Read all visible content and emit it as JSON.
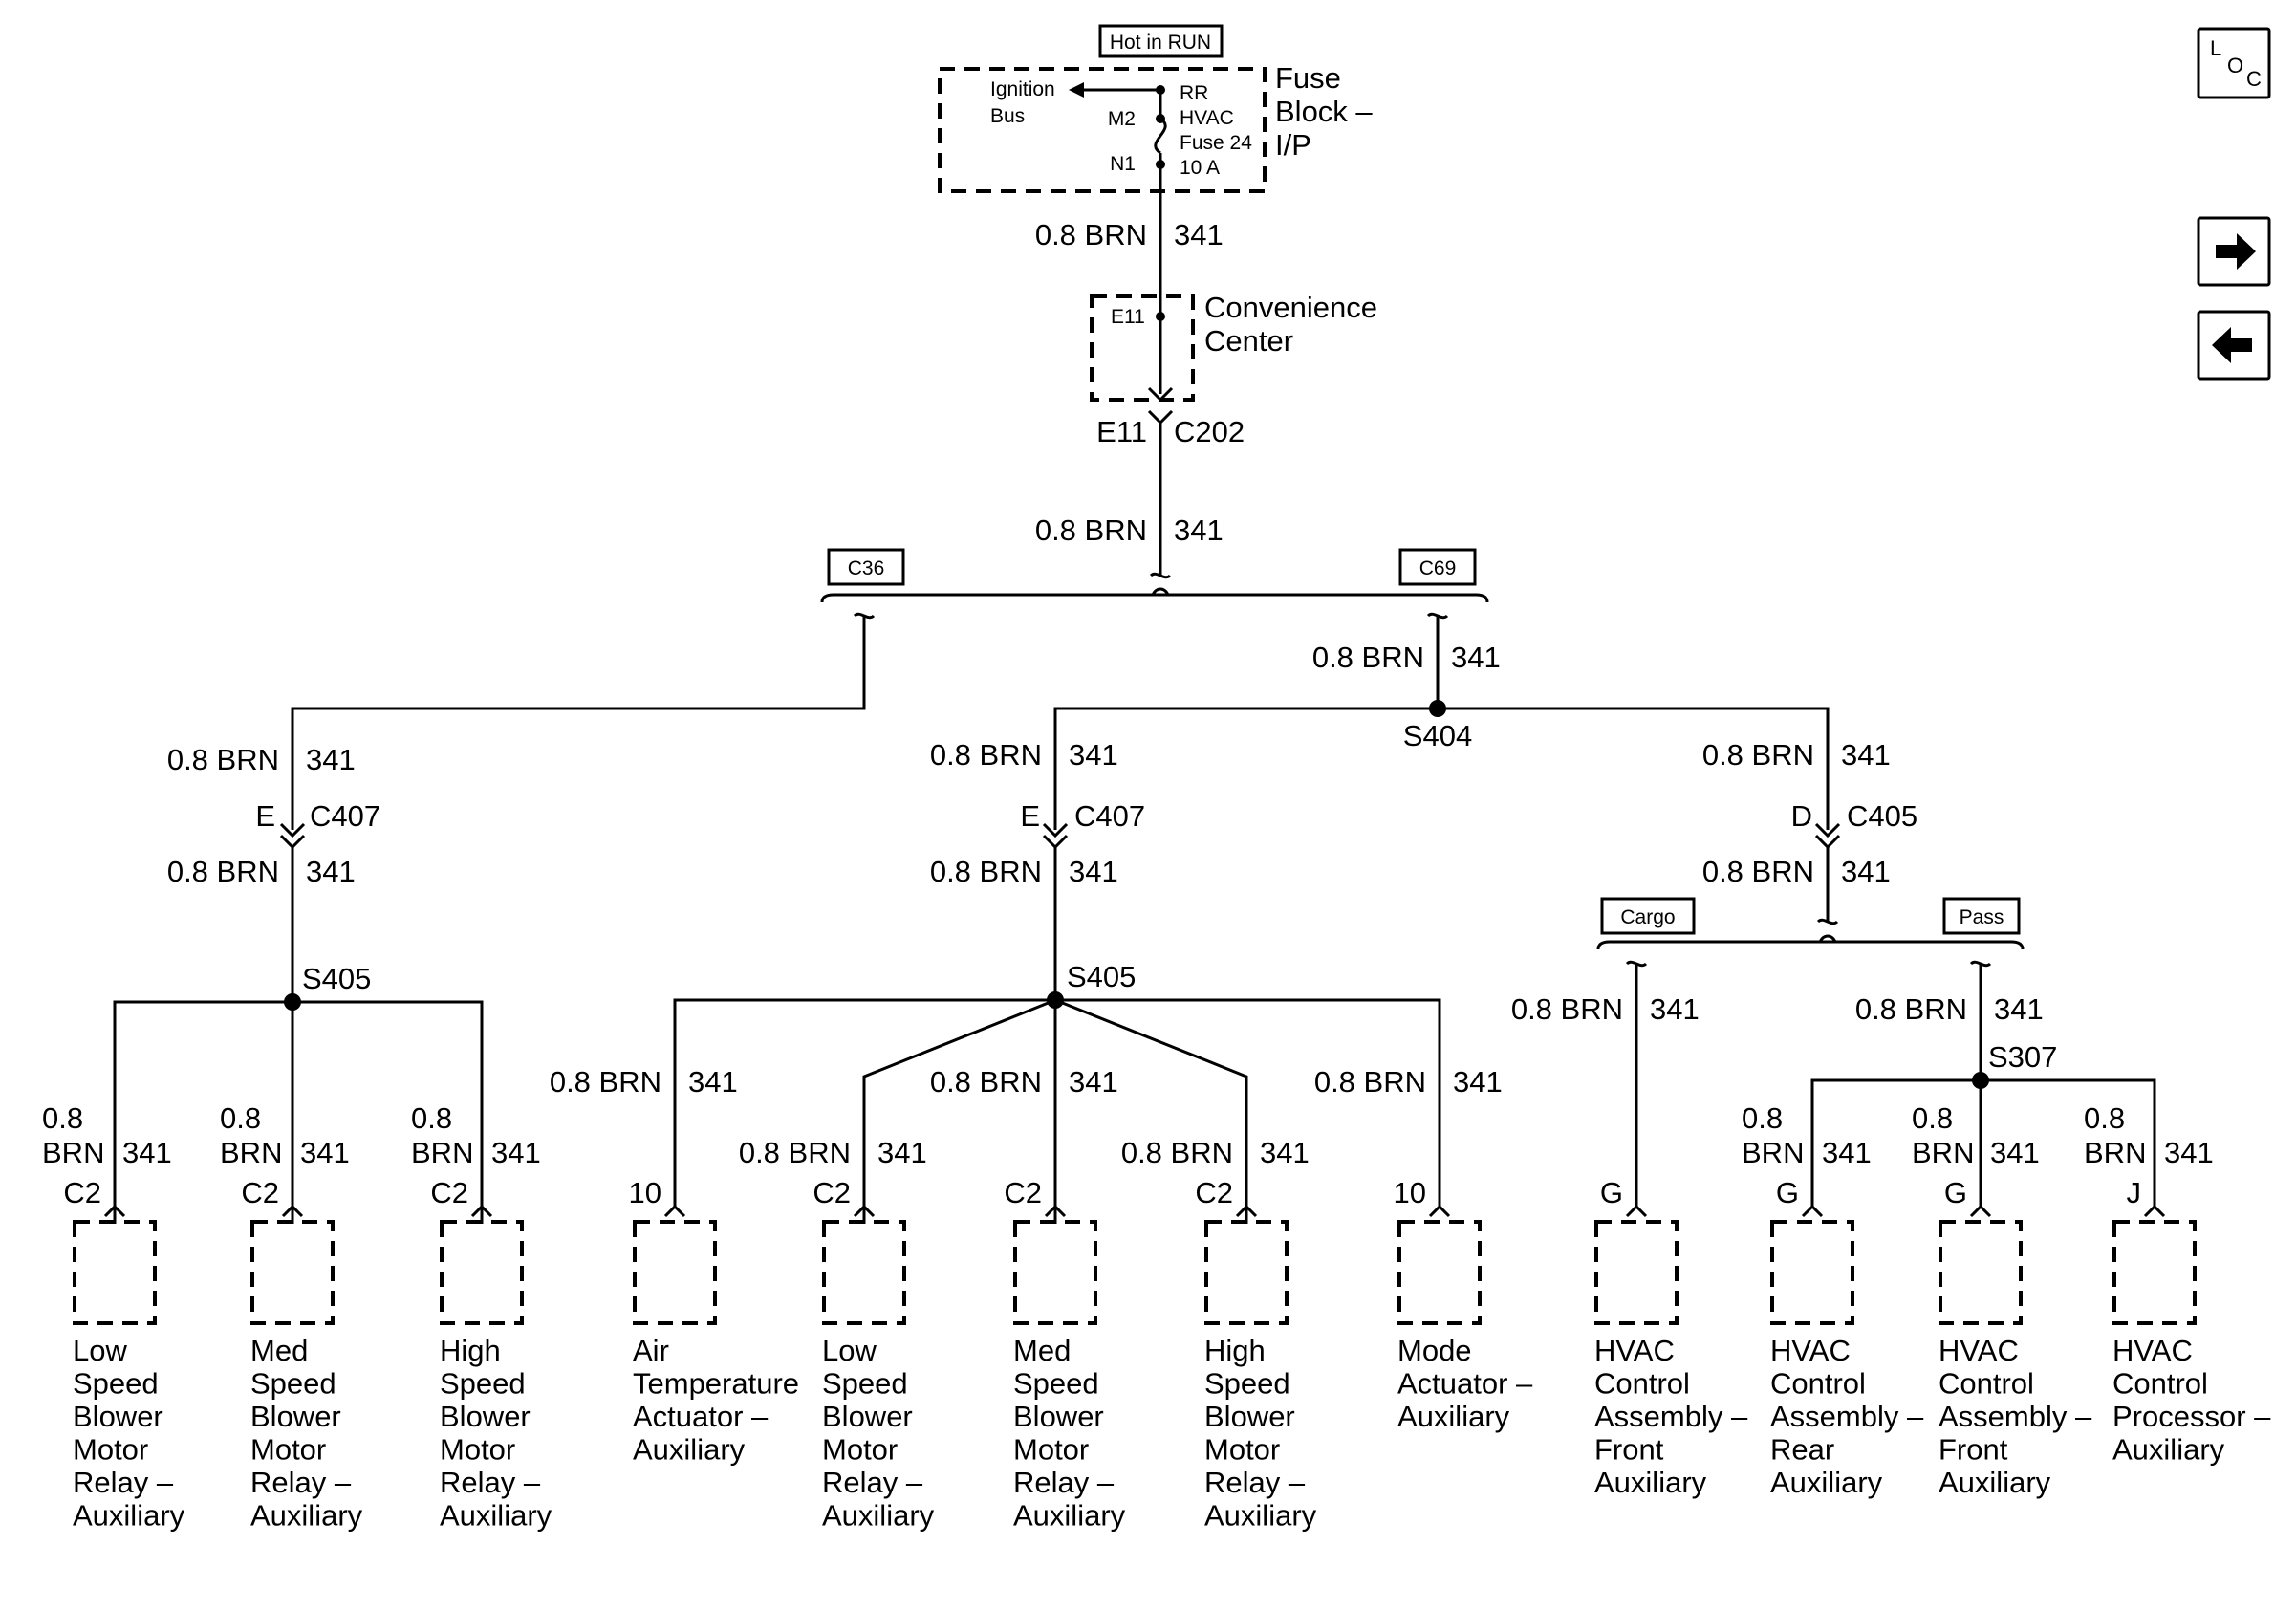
{
  "fuse": {
    "hot_label": "Hot in RUN",
    "ignition_bus_1": "Ignition",
    "ignition_bus_2": "Bus",
    "pin_m2": "M2",
    "pin_n1": "N1",
    "fuse_l1": "RR",
    "fuse_l2": "HVAC",
    "fuse_l3": "Fuse 24",
    "fuse_l4": "10 A",
    "block_l1": "Fuse",
    "block_l2": "Block –",
    "block_l3": "I/P"
  },
  "wire": {
    "gauge": "0.8 BRN",
    "circuit": "341",
    "gauge_top": "0.8",
    "gauge_bottom": "BRN"
  },
  "convenience": {
    "pin": "E11",
    "l1": "Convenience",
    "l2": "Center"
  },
  "c202": {
    "pin": "E11",
    "name": "C202"
  },
  "options": {
    "c36": "C36",
    "c69": "C69",
    "cargo": "Cargo",
    "pass": "Pass"
  },
  "splices": {
    "s404": "S404",
    "s405_left": "S405",
    "s405_mid": "S405",
    "s307": "S307"
  },
  "connectors": {
    "c407_left_pin": "E",
    "c407_left": "C407",
    "c407_mid_pin": "E",
    "c407_mid": "C407",
    "c405_pin": "D",
    "c405": "C405"
  },
  "components": [
    {
      "pin": "C2",
      "lines": [
        "Low",
        "Speed",
        "Blower",
        "Motor",
        "Relay –",
        "Auxiliary"
      ]
    },
    {
      "pin": "C2",
      "lines": [
        "Med",
        "Speed",
        "Blower",
        "Motor",
        "Relay –",
        "Auxiliary"
      ]
    },
    {
      "pin": "C2",
      "lines": [
        "High",
        "Speed",
        "Blower",
        "Motor",
        "Relay –",
        "Auxiliary"
      ]
    },
    {
      "pin": "10",
      "lines": [
        "Air",
        "Temperature",
        "Actuator –",
        "Auxiliary"
      ]
    },
    {
      "pin": "C2",
      "lines": [
        "Low",
        "Speed",
        "Blower",
        "Motor",
        "Relay –",
        "Auxiliary"
      ]
    },
    {
      "pin": "C2",
      "lines": [
        "Med",
        "Speed",
        "Blower",
        "Motor",
        "Relay –",
        "Auxiliary"
      ]
    },
    {
      "pin": "C2",
      "lines": [
        "High",
        "Speed",
        "Blower",
        "Motor",
        "Relay –",
        "Auxiliary"
      ]
    },
    {
      "pin": "10",
      "lines": [
        "Mode",
        "Actuator –",
        "Auxiliary"
      ]
    },
    {
      "pin": "G",
      "lines": [
        "HVAC",
        "Control",
        "Assembly –",
        "Front",
        "Auxiliary"
      ]
    },
    {
      "pin": "G",
      "lines": [
        "HVAC",
        "Control",
        "Assembly –",
        "Rear",
        "Auxiliary"
      ]
    },
    {
      "pin": "G",
      "lines": [
        "HVAC",
        "Control",
        "Assembly –",
        "Front",
        "Auxiliary"
      ]
    },
    {
      "pin": "J",
      "lines": [
        "HVAC",
        "Control",
        "Processor –",
        "Auxiliary"
      ]
    }
  ],
  "nav": {
    "loc_l": "L",
    "loc_o": "O",
    "loc_c": "C",
    "next_icon": "arrow-right-icon",
    "prev_icon": "arrow-left-icon"
  }
}
